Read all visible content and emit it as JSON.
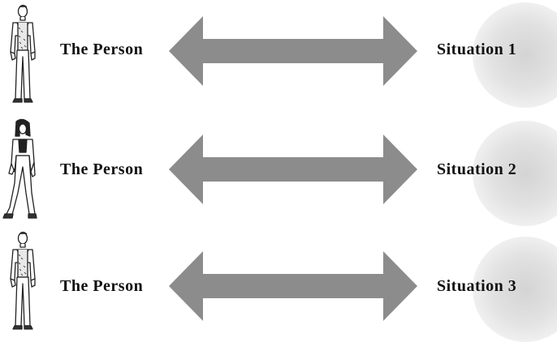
{
  "rows": [
    {
      "person_label": "The Person",
      "situation_label": "Situation 1",
      "figure": "man-figure-icon"
    },
    {
      "person_label": "The Person",
      "situation_label": "Situation 2",
      "figure": "woman-figure-icon"
    },
    {
      "person_label": "The Person",
      "situation_label": "Situation 3",
      "figure": "man-figure-icon"
    }
  ],
  "colors": {
    "arrow": "#8c8c8c",
    "bubble_center": "#d4d4d4",
    "text": "#111111"
  }
}
